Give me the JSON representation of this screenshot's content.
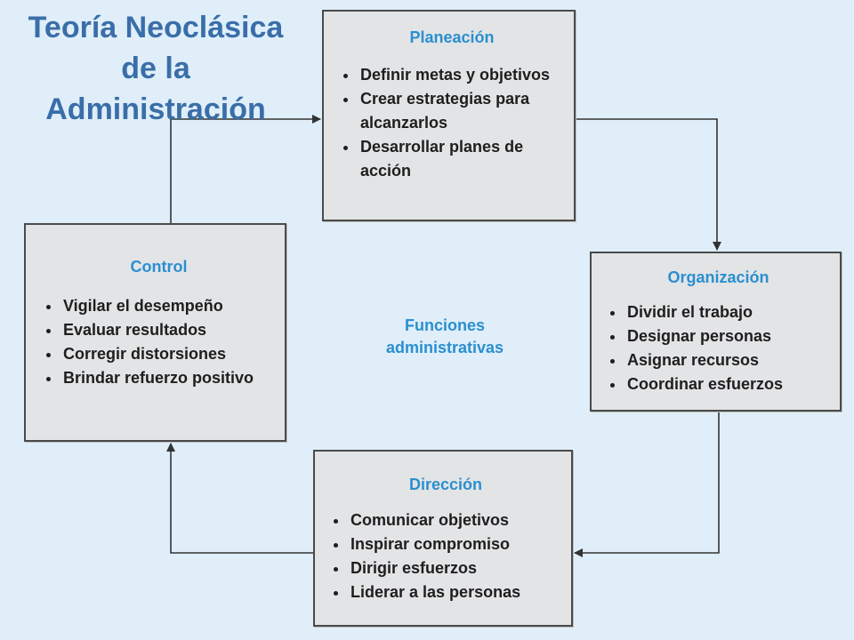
{
  "title": "Teoría Neoclásica de la Administración",
  "center_label": "Funciones administrativas",
  "boxes": {
    "planeacion": {
      "title": "Planeación",
      "items": [
        "Definir metas y objetivos",
        "Crear estrategias para alcanzarlos",
        "Desarrollar planes de acción"
      ]
    },
    "organizacion": {
      "title": "Organización",
      "items": [
        "Dividir el trabajo",
        "Designar personas",
        "Asignar recursos",
        "Coordinar esfuerzos"
      ]
    },
    "direccion": {
      "title": "Dirección",
      "items": [
        "Comunicar objetivos",
        "Inspirar compromiso",
        "Dirigir esfuerzos",
        "Liderar a las personas"
      ]
    },
    "control": {
      "title": "Control",
      "items": [
        "Vigilar el desempeño",
        "Evaluar resultados",
        "Corregir distorsiones",
        "Brindar refuerzo positivo"
      ]
    }
  },
  "colors": {
    "background": "#dfeef9",
    "title": "#3a6ea8",
    "box_heading": "#2a8fd0",
    "box_fill": "#e3e4e6",
    "connector": "#333333"
  }
}
